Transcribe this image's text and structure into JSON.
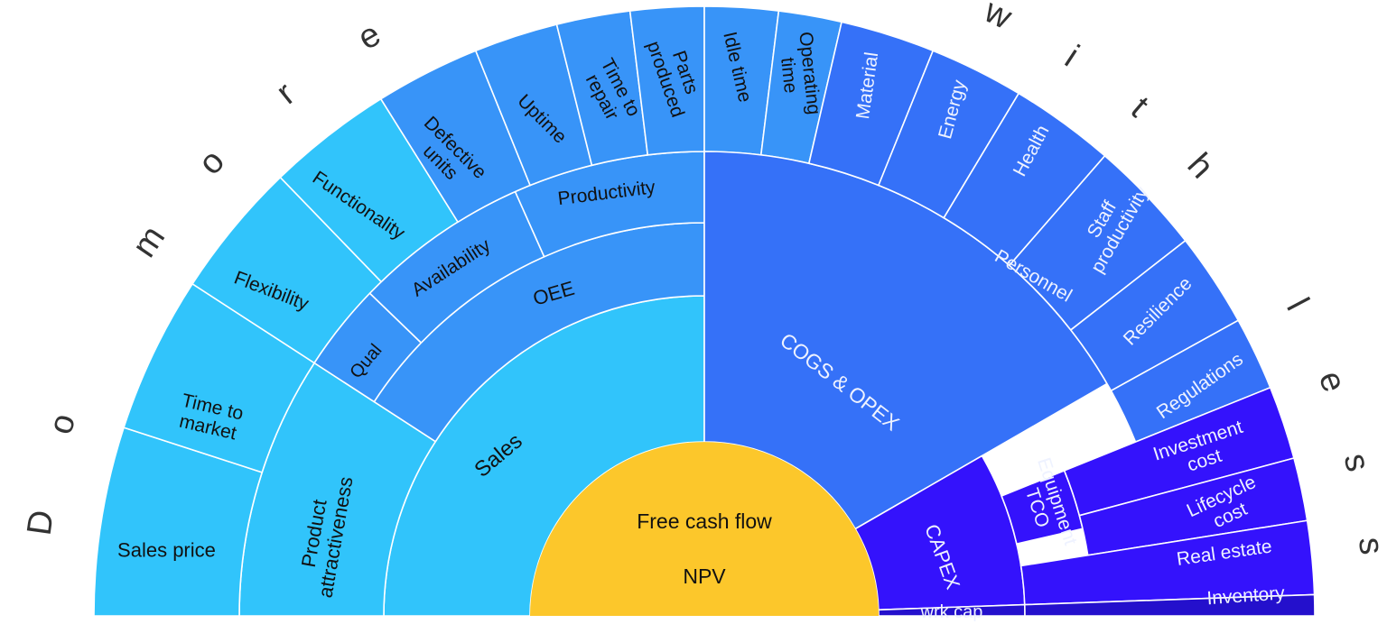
{
  "center": {
    "line1": "Free cash flow",
    "line2": "NPV",
    "color": "#fcc72b"
  },
  "arc_titles": {
    "left": "Do more",
    "right": "with less"
  },
  "colors": {
    "cyan": "#31c4fb",
    "blue": "#3894f8",
    "royal": "#3571f8",
    "indigo": "#3412fc",
    "navy": "#2410cc"
  },
  "segments": [
    {
      "id": "sales",
      "label": "Sales",
      "color": "#31c4fb",
      "dark": true
    },
    {
      "id": "product-attractiveness",
      "label": "Product attractiveness",
      "color": "#31c4fb",
      "dark": true
    },
    {
      "id": "sales-price",
      "label": "Sales price",
      "color": "#31c4fb",
      "dark": true
    },
    {
      "id": "time-to-market",
      "label": "Time to market",
      "color": "#31c4fb",
      "dark": true
    },
    {
      "id": "flexibility",
      "label": "Flexibility",
      "color": "#31c4fb",
      "dark": true
    },
    {
      "id": "functionality",
      "label": "Functionality",
      "color": "#31c4fb",
      "dark": true
    },
    {
      "id": "oee",
      "label": "OEE",
      "color": "#3894f8",
      "dark": true
    },
    {
      "id": "qual",
      "label": "Qual",
      "color": "#3894f8",
      "dark": true
    },
    {
      "id": "availability",
      "label": "Availability",
      "color": "#3894f8",
      "dark": true
    },
    {
      "id": "productivity",
      "label": "Productivity",
      "color": "#3894f8",
      "dark": true
    },
    {
      "id": "defective-units",
      "label": "Defective units",
      "color": "#3894f8",
      "dark": true
    },
    {
      "id": "uptime",
      "label": "Uptime",
      "color": "#3894f8",
      "dark": true
    },
    {
      "id": "time-to-repair",
      "label": "Time to repair",
      "color": "#3894f8",
      "dark": true
    },
    {
      "id": "parts-produced",
      "label": "Parts produced",
      "color": "#3894f8",
      "dark": true
    },
    {
      "id": "idle-time",
      "label": "Idle time",
      "color": "#3894f8",
      "dark": true
    },
    {
      "id": "operating-time",
      "label": "Operating time",
      "color": "#3894f8",
      "dark": true
    },
    {
      "id": "cogs-opex",
      "label": "COGS & OPEX",
      "color": "#3571f8",
      "dark": false
    },
    {
      "id": "material",
      "label": "Material",
      "color": "#3571f8",
      "dark": false
    },
    {
      "id": "energy",
      "label": "Energy",
      "color": "#3571f8",
      "dark": false
    },
    {
      "id": "personnel",
      "label": "Personnel",
      "color": "#3571f8",
      "dark": false
    },
    {
      "id": "health",
      "label": "Health",
      "color": "#3571f8",
      "dark": false
    },
    {
      "id": "staff-productivity",
      "label": "Staff productivity",
      "color": "#3571f8",
      "dark": false
    },
    {
      "id": "resilience",
      "label": "Resilience",
      "color": "#3571f8",
      "dark": false
    },
    {
      "id": "regulations",
      "label": "Regulations",
      "color": "#3571f8",
      "dark": false
    },
    {
      "id": "capex",
      "label": "CAPEX",
      "color": "#3412fc",
      "dark": false
    },
    {
      "id": "equipment-tco",
      "label": "Equipment TCO",
      "color": "#3412fc",
      "dark": false
    },
    {
      "id": "investment-cost",
      "label": "Investment cost",
      "color": "#3412fc",
      "dark": false
    },
    {
      "id": "lifecycle-cost",
      "label": "Lifecycle cost",
      "color": "#3412fc",
      "dark": false
    },
    {
      "id": "real-estate",
      "label": "Real estate",
      "color": "#3412fc",
      "dark": false
    },
    {
      "id": "wrk-cap",
      "label": "wrk cap",
      "color": "#2410cc",
      "dark": false
    },
    {
      "id": "inventory",
      "label": "Inventory",
      "color": "#2410cc",
      "dark": false
    }
  ]
}
